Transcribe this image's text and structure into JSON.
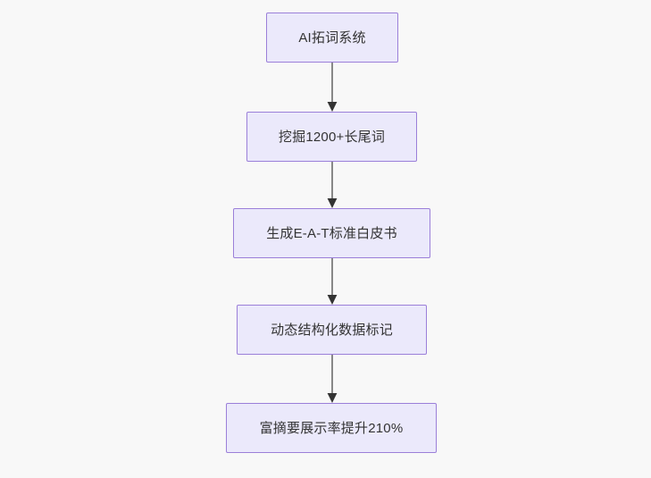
{
  "diagram": {
    "type": "flowchart",
    "direction": "top-to-bottom",
    "background_color": "#f8f8f8",
    "node_fill_color": "#ebe9fb",
    "node_border_color": "#9b7fd9",
    "node_text_color": "#333333",
    "edge_line_color": "#888888",
    "edge_arrow_color": "#333333",
    "nodes": [
      {
        "id": "n1",
        "label": "AI拓词系统"
      },
      {
        "id": "n2",
        "label": "挖掘1200+长尾词"
      },
      {
        "id": "n3",
        "label": "生成E-A-T标准白皮书"
      },
      {
        "id": "n4",
        "label": "动态结构化数据标记"
      },
      {
        "id": "n5",
        "label": "富摘要展示率提升210%"
      }
    ],
    "edges": [
      {
        "id": "e1",
        "from": "n1",
        "to": "n2",
        "label": ""
      },
      {
        "id": "e2",
        "from": "n2",
        "to": "n3",
        "label": ""
      },
      {
        "id": "e3",
        "from": "n3",
        "to": "n4",
        "label": ""
      },
      {
        "id": "e4",
        "from": "n4",
        "to": "n5",
        "label": ""
      }
    ]
  }
}
